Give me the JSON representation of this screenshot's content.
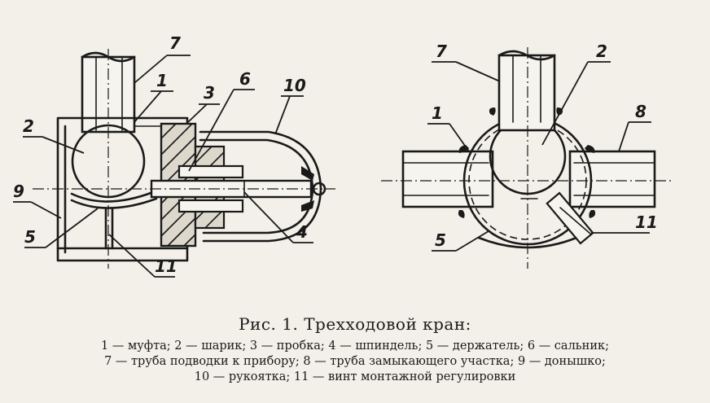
{
  "figure": {
    "caption_title": "Рис. 1. Трехходовой кран:",
    "legend_lines": [
      "1 — муфта; 2 — шарик; 3 — пробка; 4 — шпиндель; 5 — держатель; 6 — сальник;",
      "7 — труба подводки к прибору; 8 — труба замыкающего участка; 9 — донышко;",
      "10 — рукоятка; 11 — винт монтажной регулировки"
    ]
  },
  "callouts_left": [
    "7",
    "1",
    "3",
    "6",
    "10",
    "2",
    "9",
    "5",
    "4",
    "11"
  ],
  "callouts_right": [
    "7",
    "2",
    "1",
    "8",
    "5",
    "11"
  ]
}
